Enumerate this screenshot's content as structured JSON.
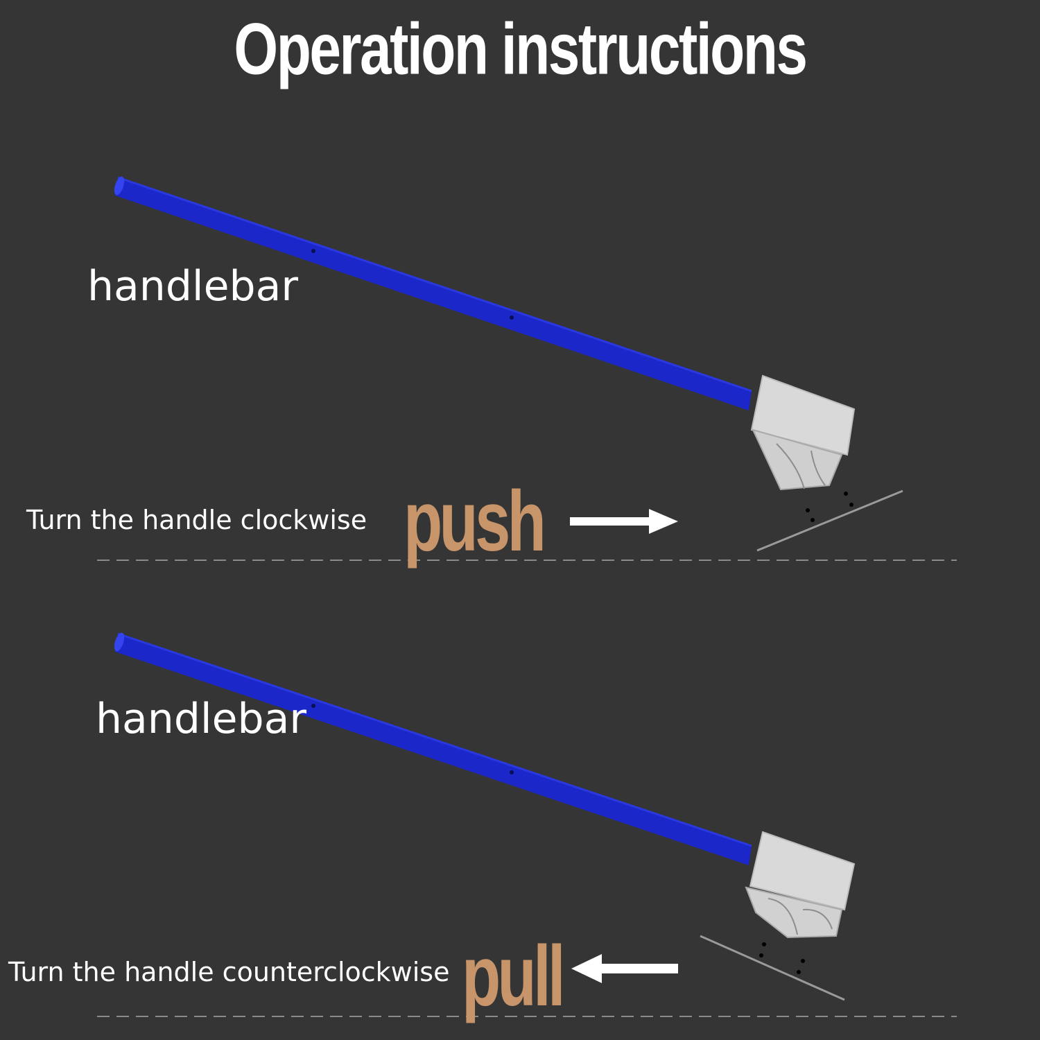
{
  "title": "Operation instructions",
  "panels": [
    {
      "handle_label": "handlebar",
      "instruction": "Turn the handle clockwise",
      "action": "push",
      "arrow_direction": "right"
    },
    {
      "handle_label": "handlebar",
      "instruction": "Turn the handle counterclockwise",
      "action": "pull",
      "arrow_direction": "left"
    }
  ],
  "colors": {
    "background": "#353535",
    "handle": "#1b27c8",
    "action_text": "#c8956a",
    "head": "#d7d7d7"
  }
}
